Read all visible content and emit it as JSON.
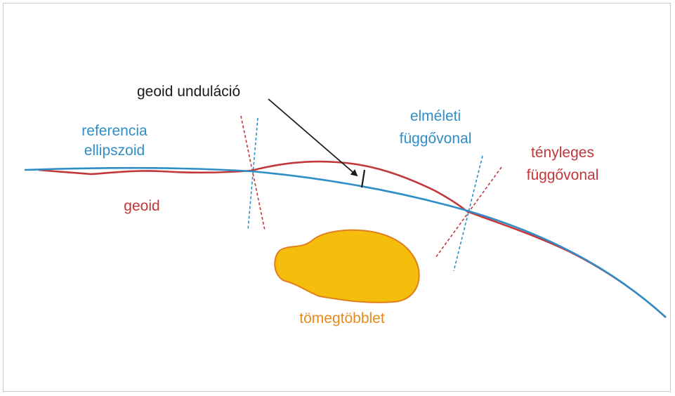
{
  "labels": {
    "geoid_undulation": "geoid unduláció",
    "reference_ellipsoid_line1": "referencia",
    "reference_ellipsoid_line2": "ellipszoid",
    "geoid": "geoid",
    "theoretical_plumb_line1": "elméleti",
    "theoretical_plumb_line2": "függővonal",
    "actual_plumb_line1": "tényleges",
    "actual_plumb_line2": "függővonal",
    "mass_excess": "tömegtöbblet"
  },
  "colors": {
    "ellipsoid_blue": "#2f8ec7",
    "geoid_red": "#c2373a",
    "mass_fill": "#f5bd0c",
    "mass_stroke": "#e07f1c",
    "mass_text": "#e58a1f",
    "arrow_black": "#1a1a1a"
  }
}
